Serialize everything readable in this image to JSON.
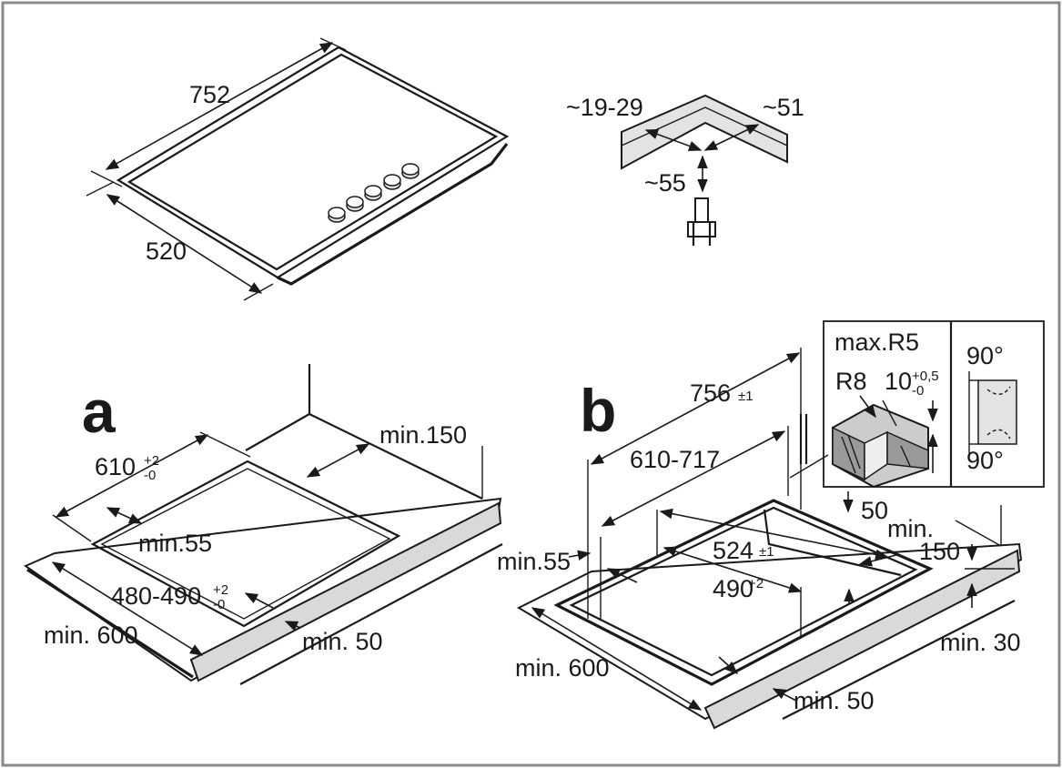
{
  "hob_top": {
    "length": "752",
    "width": "520"
  },
  "seal_detail": {
    "left": "~19-29",
    "right": "~51",
    "depth": "~55"
  },
  "figure_a": {
    "letter": "a",
    "min150": "min.150",
    "cutout_width_base": "610",
    "cutout_width_tol_plus": "+2",
    "cutout_width_tol_minus": "-0",
    "min55": "min.55",
    "cutout_depth_base": "480-490",
    "cutout_depth_tol_plus": "+2",
    "cutout_depth_tol_minus": "-0",
    "min600": "min. 600",
    "min50": "min. 50"
  },
  "figure_b": {
    "letter": "b",
    "d756_base": "756",
    "d756_tol": "±1",
    "range": "610-717",
    "min55": "min.55",
    "d524_base": "524",
    "d524_tol": "±1",
    "d490_base": "490",
    "d490_tol": "+2",
    "fifty": "50",
    "min_word": "min.",
    "one_fifty": "150",
    "min30": "min. 30",
    "min600": "min. 600",
    "min50": "min. 50",
    "inset": {
      "max_r5": "max.R5",
      "r8": "R8",
      "ten_base": "10",
      "ten_plus": "+0,5",
      "ten_minus": "-0",
      "angle_top": "90°",
      "angle_bottom": "90°"
    }
  }
}
